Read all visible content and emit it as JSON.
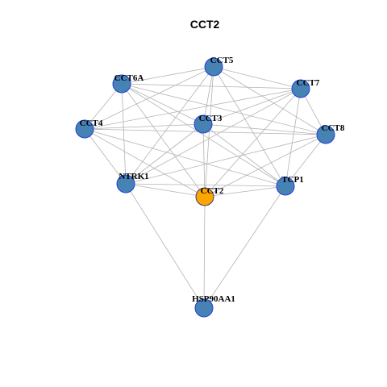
{
  "title": "CCT2",
  "colors": {
    "node_fill": "#4682b4",
    "node_stroke": "#1f3fd6",
    "focus_fill": "#ffa500",
    "focus_stroke": "#3a3a7a",
    "edge": "#b3b3b3"
  },
  "network": {
    "focus": "CCT2",
    "nodes": [
      {
        "id": "CCT5",
        "label": "CCT5"
      },
      {
        "id": "CCT6A",
        "label": "CCT6A"
      },
      {
        "id": "CCT7",
        "label": "CCT7"
      },
      {
        "id": "CCT4",
        "label": "CCT4"
      },
      {
        "id": "CCT3",
        "label": "CCT3"
      },
      {
        "id": "CCT8",
        "label": "CCT8"
      },
      {
        "id": "NTRK1",
        "label": "NTRK1"
      },
      {
        "id": "TCP1",
        "label": "TCP1"
      },
      {
        "id": "CCT2",
        "label": "CCT2"
      },
      {
        "id": "HSP90AA1",
        "label": "HSP90AA1"
      }
    ],
    "edges": [
      [
        "CCT5",
        "CCT6A"
      ],
      [
        "CCT5",
        "CCT7"
      ],
      [
        "CCT5",
        "CCT4"
      ],
      [
        "CCT5",
        "CCT3"
      ],
      [
        "CCT5",
        "CCT8"
      ],
      [
        "CCT5",
        "NTRK1"
      ],
      [
        "CCT5",
        "TCP1"
      ],
      [
        "CCT5",
        "CCT2"
      ],
      [
        "CCT6A",
        "CCT7"
      ],
      [
        "CCT6A",
        "CCT4"
      ],
      [
        "CCT6A",
        "CCT3"
      ],
      [
        "CCT6A",
        "CCT8"
      ],
      [
        "CCT6A",
        "NTRK1"
      ],
      [
        "CCT6A",
        "TCP1"
      ],
      [
        "CCT6A",
        "CCT2"
      ],
      [
        "CCT7",
        "CCT4"
      ],
      [
        "CCT7",
        "CCT3"
      ],
      [
        "CCT7",
        "CCT8"
      ],
      [
        "CCT7",
        "NTRK1"
      ],
      [
        "CCT7",
        "TCP1"
      ],
      [
        "CCT7",
        "CCT2"
      ],
      [
        "CCT4",
        "CCT3"
      ],
      [
        "CCT4",
        "CCT8"
      ],
      [
        "CCT4",
        "NTRK1"
      ],
      [
        "CCT4",
        "TCP1"
      ],
      [
        "CCT4",
        "CCT2"
      ],
      [
        "CCT3",
        "CCT8"
      ],
      [
        "CCT3",
        "NTRK1"
      ],
      [
        "CCT3",
        "TCP1"
      ],
      [
        "CCT3",
        "CCT2"
      ],
      [
        "CCT8",
        "NTRK1"
      ],
      [
        "CCT8",
        "TCP1"
      ],
      [
        "CCT8",
        "CCT2"
      ],
      [
        "NTRK1",
        "TCP1"
      ],
      [
        "NTRK1",
        "CCT2"
      ],
      [
        "NTRK1",
        "HSP90AA1"
      ],
      [
        "TCP1",
        "CCT2"
      ],
      [
        "TCP1",
        "HSP90AA1"
      ],
      [
        "CCT2",
        "HSP90AA1"
      ]
    ]
  }
}
